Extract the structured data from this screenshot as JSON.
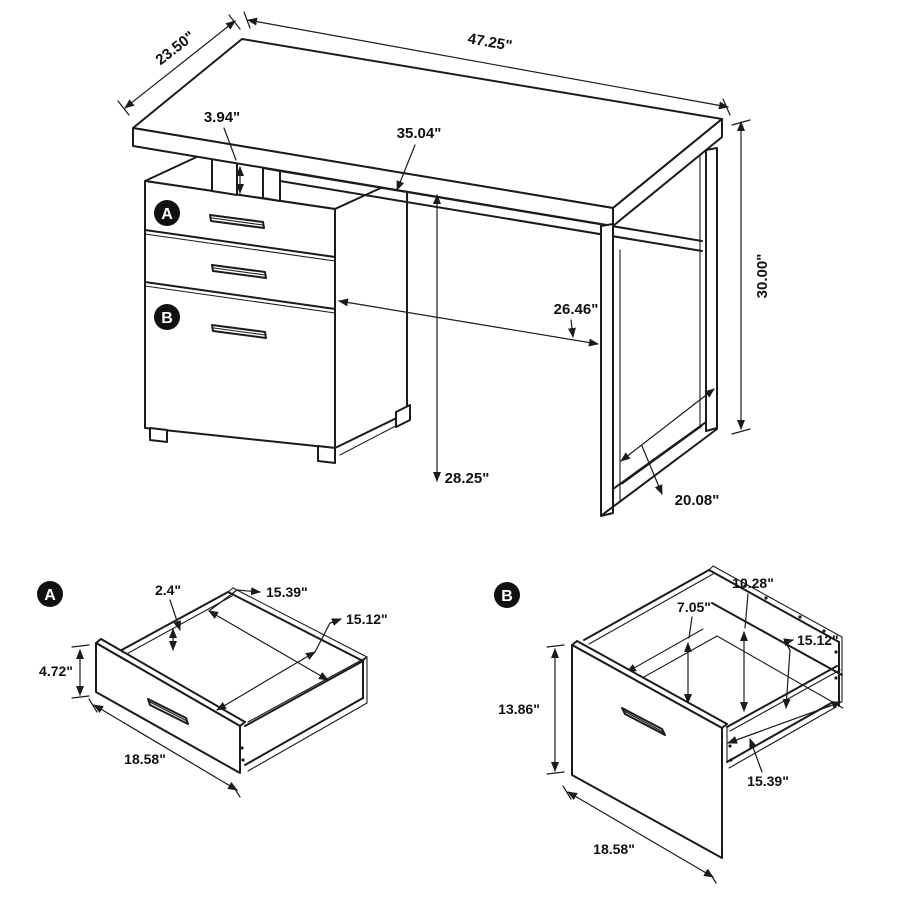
{
  "title": "Writing desk dimension diagram with drawer details",
  "colors": {
    "line": "#1b1b1b",
    "background": "#ffffff",
    "badge": "#111111",
    "badge_text": "#ffffff"
  },
  "main_view": {
    "badges": {
      "drawer_a": "A",
      "drawer_b": "B"
    },
    "dimensions": {
      "top_width": "47.25\"",
      "top_depth": "23.50\"",
      "top_to_cabinet_gap": "3.94\"",
      "under_top_span": "35.04\"",
      "overall_height": "30.00\"",
      "knee_space_width": "26.46\"",
      "floor_to_underside": "28.25\"",
      "leg_runner_span": "20.08\""
    }
  },
  "drawer_a_view": {
    "badge": "A",
    "dimensions": {
      "side_height": "2.4\"",
      "interior_width": "15.39\"",
      "interior_depth": "15.12\"",
      "front_height": "4.72\"",
      "front_width": "18.58\""
    }
  },
  "drawer_b_view": {
    "badge": "B",
    "dimensions": {
      "side_height": "7.05\"",
      "back_height": "10.28\"",
      "interior_depth": "15.12\"",
      "front_height": "13.86\"",
      "interior_width": "15.39\"",
      "front_width": "18.58\""
    }
  }
}
